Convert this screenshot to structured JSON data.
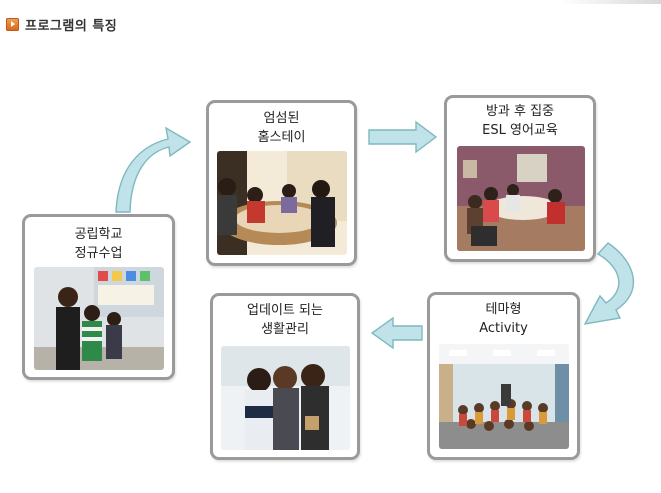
{
  "header": {
    "title": "프로그램의 특징",
    "bullet_icon": "arrow-bullet-icon"
  },
  "steps": {
    "homestay": {
      "line1": "엄섬된",
      "line2": "홈스테이"
    },
    "esl": {
      "line1": "방과 후 집중",
      "line2": "ESL 영어교육"
    },
    "school": {
      "line1": "공립학교",
      "line2": "정규수업"
    },
    "life": {
      "line1": "업데이트 되는",
      "line2": "생활관리"
    },
    "activity": {
      "line1": "테마형",
      "line2": "Activity"
    }
  },
  "colors": {
    "arrow_fill": "#bfe3e8",
    "arrow_stroke": "#7fb8bf",
    "card_border": "#9a9a9a"
  }
}
